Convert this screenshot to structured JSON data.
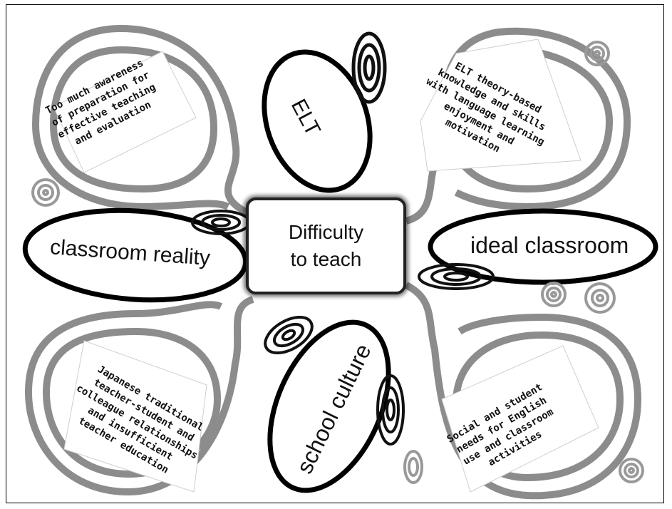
{
  "center": {
    "line1": "Difficulty",
    "line2": "to teach"
  },
  "ovals": {
    "elt": "ELT",
    "classroom_reality": "classroom reality",
    "ideal_classroom": "ideal classroom",
    "school_culture": "school culture"
  },
  "notes": {
    "top_left": "Too much awareness\nof preparation for\neffective teaching\nand evaluation",
    "top_right": "ELT theory-based\nknowledge and skills\nwith language learning\nenjoyment and\nmotivation",
    "bottom_left": "Japanese traditional\nteacher-student and\ncolleague relationships\nand insufficient\nteacher education",
    "bottom_right": "Social and student\nneeds for English\nuse and classroom\nactivities"
  },
  "colors": {
    "loop": "#8c8c8c",
    "ink": "#111111",
    "spiral_gray": "#999999"
  }
}
